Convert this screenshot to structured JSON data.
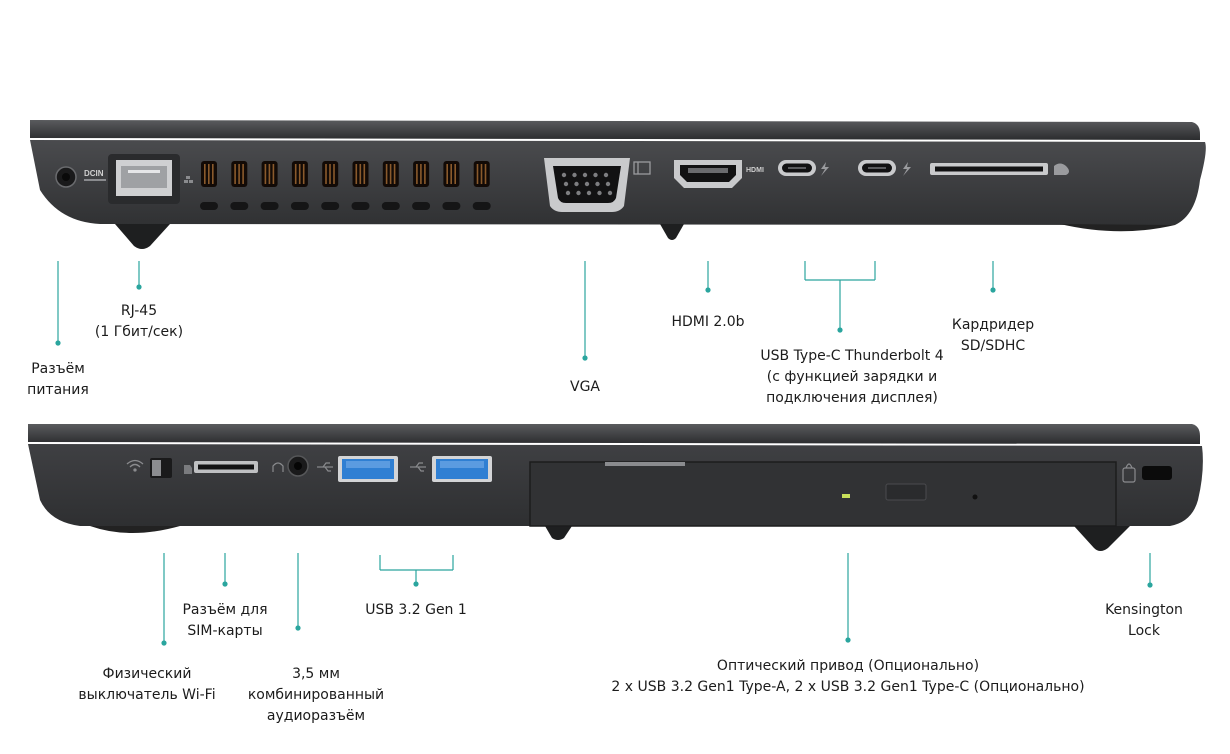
{
  "colors": {
    "accent": "#2aa59e",
    "body": "#3a3b3d",
    "port": "#0d0d0d",
    "usb_blue": "#2f7fd3"
  },
  "top_panel": {
    "port_marks": {
      "dc": "DCIN",
      "hdmi": "HDMI"
    },
    "labels": {
      "power": [
        "Разъём",
        "питания"
      ],
      "rj45": [
        "RJ-45",
        "(1 Гбит/сек)"
      ],
      "vga": [
        "VGA"
      ],
      "hdmi": [
        "HDMI 2.0b"
      ],
      "thunderbolt": [
        "USB Type-C Thunderbolt 4",
        "(с функцией зарядки и",
        "подключения дисплея)"
      ],
      "cardreader": [
        "Кардридер",
        "SD/SDHC"
      ]
    }
  },
  "bottom_panel": {
    "labels": {
      "wifi_switch": [
        "Физический",
        "выключатель Wi-Fi"
      ],
      "sim": [
        "Разъём для",
        "SIM-карты"
      ],
      "audio": [
        "3,5 мм",
        "комбинированный",
        "аудиоразъём"
      ],
      "usb": [
        "USB 3.2 Gen 1"
      ],
      "optical": [
        "Оптический привод (Опционально)",
        "2 x USB 3.2 Gen1 Type-A, 2 x USB 3.2 Gen1 Type-C (Опционально)"
      ],
      "kensington": [
        "Kensington",
        "Lock"
      ]
    }
  }
}
